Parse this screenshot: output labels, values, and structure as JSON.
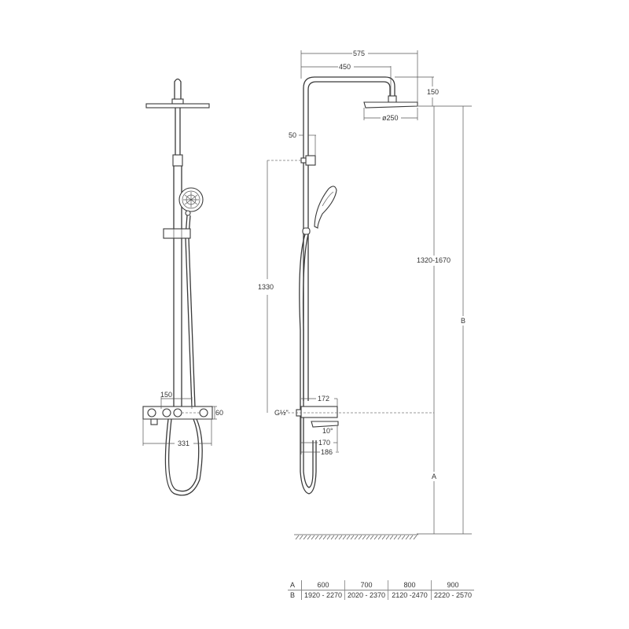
{
  "drawing": {
    "front_view": {
      "dimensions": {
        "knob_spacing": "150",
        "thermostat_height": "60",
        "thermostat_width": "331"
      }
    },
    "side_view": {
      "dimensions": {
        "overall_projection": "575",
        "arm_projection": "450",
        "head_drop": "150",
        "head_diameter": "ø250",
        "wall_offset": "50",
        "slide_length": "1330",
        "head_to_inlet": "1320-1670",
        "total_height_label": "B",
        "inlet_height_label": "A",
        "inlet_thread": "G½\"",
        "thermostat_depth": "172",
        "spout_angle": "10°",
        "spout_depth_1": "170",
        "spout_depth_2": "186"
      }
    }
  },
  "table": {
    "rows": [
      {
        "label": "A",
        "values": [
          "600",
          "700",
          "800",
          "900"
        ]
      },
      {
        "label": "B",
        "values": [
          "1920 - 2270",
          "2020 - 2370",
          "2120 -2470",
          "2220 - 2570"
        ]
      }
    ]
  }
}
